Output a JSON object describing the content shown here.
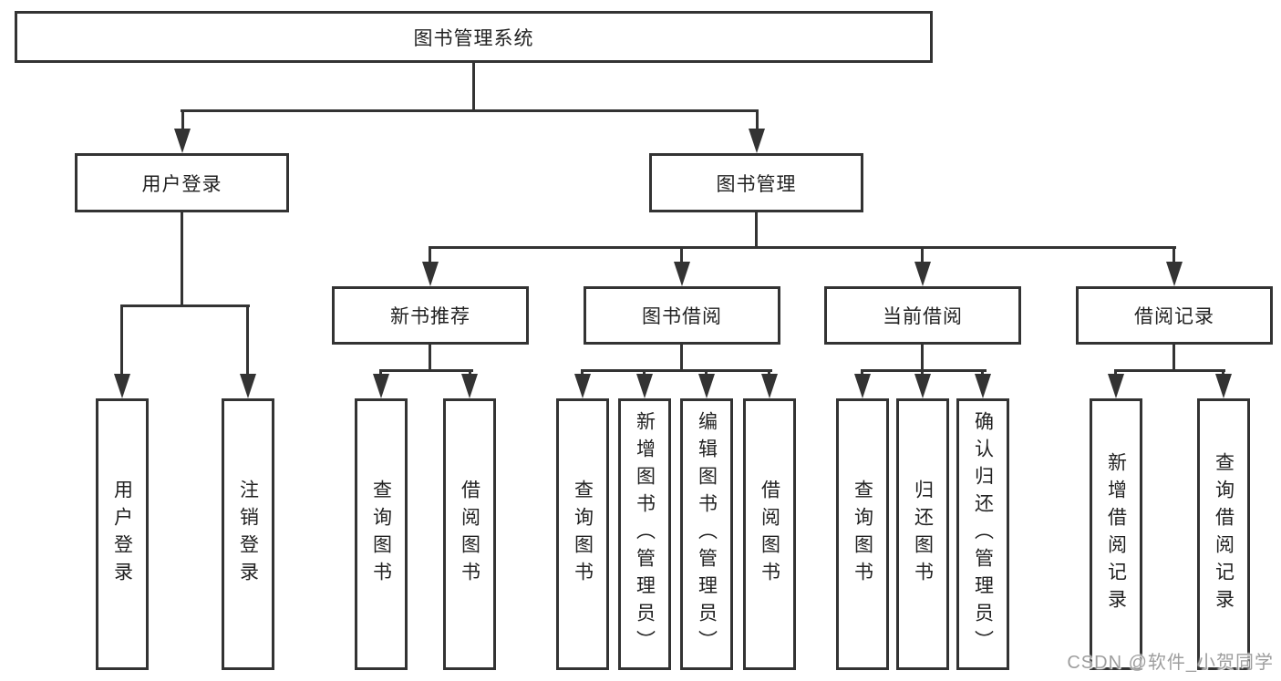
{
  "tree": {
    "root": {
      "label": "图书管理系统"
    },
    "branches": [
      {
        "label": "用户登录",
        "leaves": [
          "用户登录",
          "注销登录"
        ]
      },
      {
        "label": "图书管理",
        "groups": [
          {
            "label": "新书推荐",
            "leaves": [
              "查询图书",
              "借阅图书"
            ]
          },
          {
            "label": "图书借阅",
            "leaves": [
              "查询图书",
              "新增图书（管理员）",
              "编辑图书（管理员）",
              "借阅图书"
            ]
          },
          {
            "label": "当前借阅",
            "leaves": [
              "查询图书",
              "归还图书",
              "确认归还（管理员）"
            ]
          },
          {
            "label": "借阅记录",
            "leaves": [
              "新增借阅记录",
              "查询借阅记录"
            ]
          }
        ]
      }
    ]
  },
  "watermark": "CSDN @软件_小贺同学",
  "colors": {
    "line": "#333333",
    "text": "#222222",
    "watermark": "#9e9e9e",
    "background": "#ffffff"
  }
}
